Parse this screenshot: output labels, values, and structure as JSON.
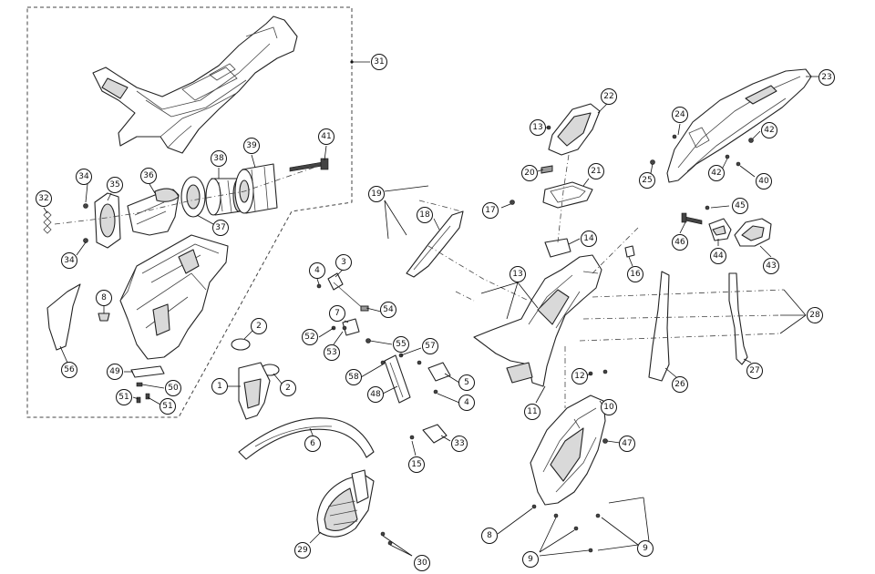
{
  "diagram": {
    "callouts": [
      {
        "label": "1"
      },
      {
        "label": "2"
      },
      {
        "label": "2"
      },
      {
        "label": "3"
      },
      {
        "label": "4"
      },
      {
        "label": "4"
      },
      {
        "label": "5"
      },
      {
        "label": "6"
      },
      {
        "label": "7"
      },
      {
        "label": "8"
      },
      {
        "label": "8"
      },
      {
        "label": "9"
      },
      {
        "label": "9"
      },
      {
        "label": "10"
      },
      {
        "label": "11"
      },
      {
        "label": "12"
      },
      {
        "label": "13"
      },
      {
        "label": "13"
      },
      {
        "label": "14"
      },
      {
        "label": "15"
      },
      {
        "label": "16"
      },
      {
        "label": "17"
      },
      {
        "label": "18"
      },
      {
        "label": "19"
      },
      {
        "label": "20"
      },
      {
        "label": "21"
      },
      {
        "label": "22"
      },
      {
        "label": "23"
      },
      {
        "label": "24"
      },
      {
        "label": "25"
      },
      {
        "label": "26"
      },
      {
        "label": "27"
      },
      {
        "label": "28"
      },
      {
        "label": "29"
      },
      {
        "label": "30"
      },
      {
        "label": "31"
      },
      {
        "label": "32"
      },
      {
        "label": "33"
      },
      {
        "label": "34"
      },
      {
        "label": "34"
      },
      {
        "label": "35"
      },
      {
        "label": "36"
      },
      {
        "label": "37"
      },
      {
        "label": "38"
      },
      {
        "label": "39"
      },
      {
        "label": "40"
      },
      {
        "label": "41"
      },
      {
        "label": "42"
      },
      {
        "label": "42"
      },
      {
        "label": "43"
      },
      {
        "label": "44"
      },
      {
        "label": "45"
      },
      {
        "label": "46"
      },
      {
        "label": "47"
      },
      {
        "label": "48"
      },
      {
        "label": "49"
      },
      {
        "label": "50"
      },
      {
        "label": "51"
      },
      {
        "label": "51"
      },
      {
        "label": "52"
      },
      {
        "label": "53"
      },
      {
        "label": "54"
      },
      {
        "label": "55"
      },
      {
        "label": "56"
      },
      {
        "label": "57"
      },
      {
        "label": "58"
      }
    ]
  }
}
